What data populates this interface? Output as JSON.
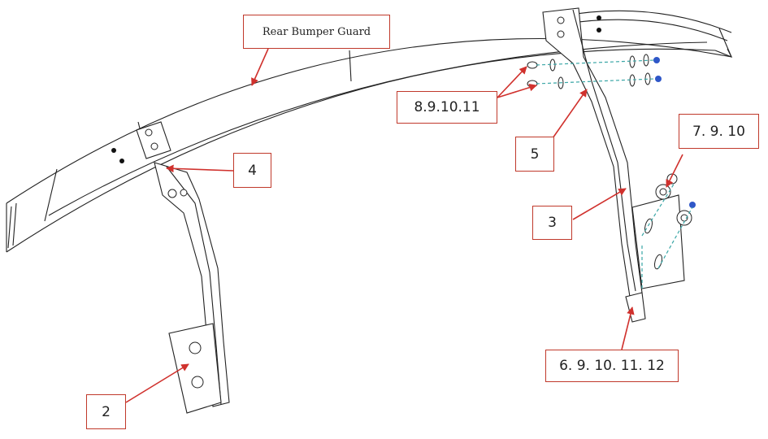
{
  "labels": {
    "guard": "Rear Bumper Guard",
    "part2": "2",
    "part3": "3",
    "part4": "4",
    "part5": "5",
    "hw_left": "8.9.10.11",
    "hw_top_right": "7. 9. 10",
    "hw_bottom_right": "6. 9. 10. 11. 12"
  },
  "colors": {
    "callout_border": "#c0392b",
    "leader": "#d0312d",
    "dashed_axis": "#3aa6a6",
    "fastener_accent": "#2f57c8"
  }
}
